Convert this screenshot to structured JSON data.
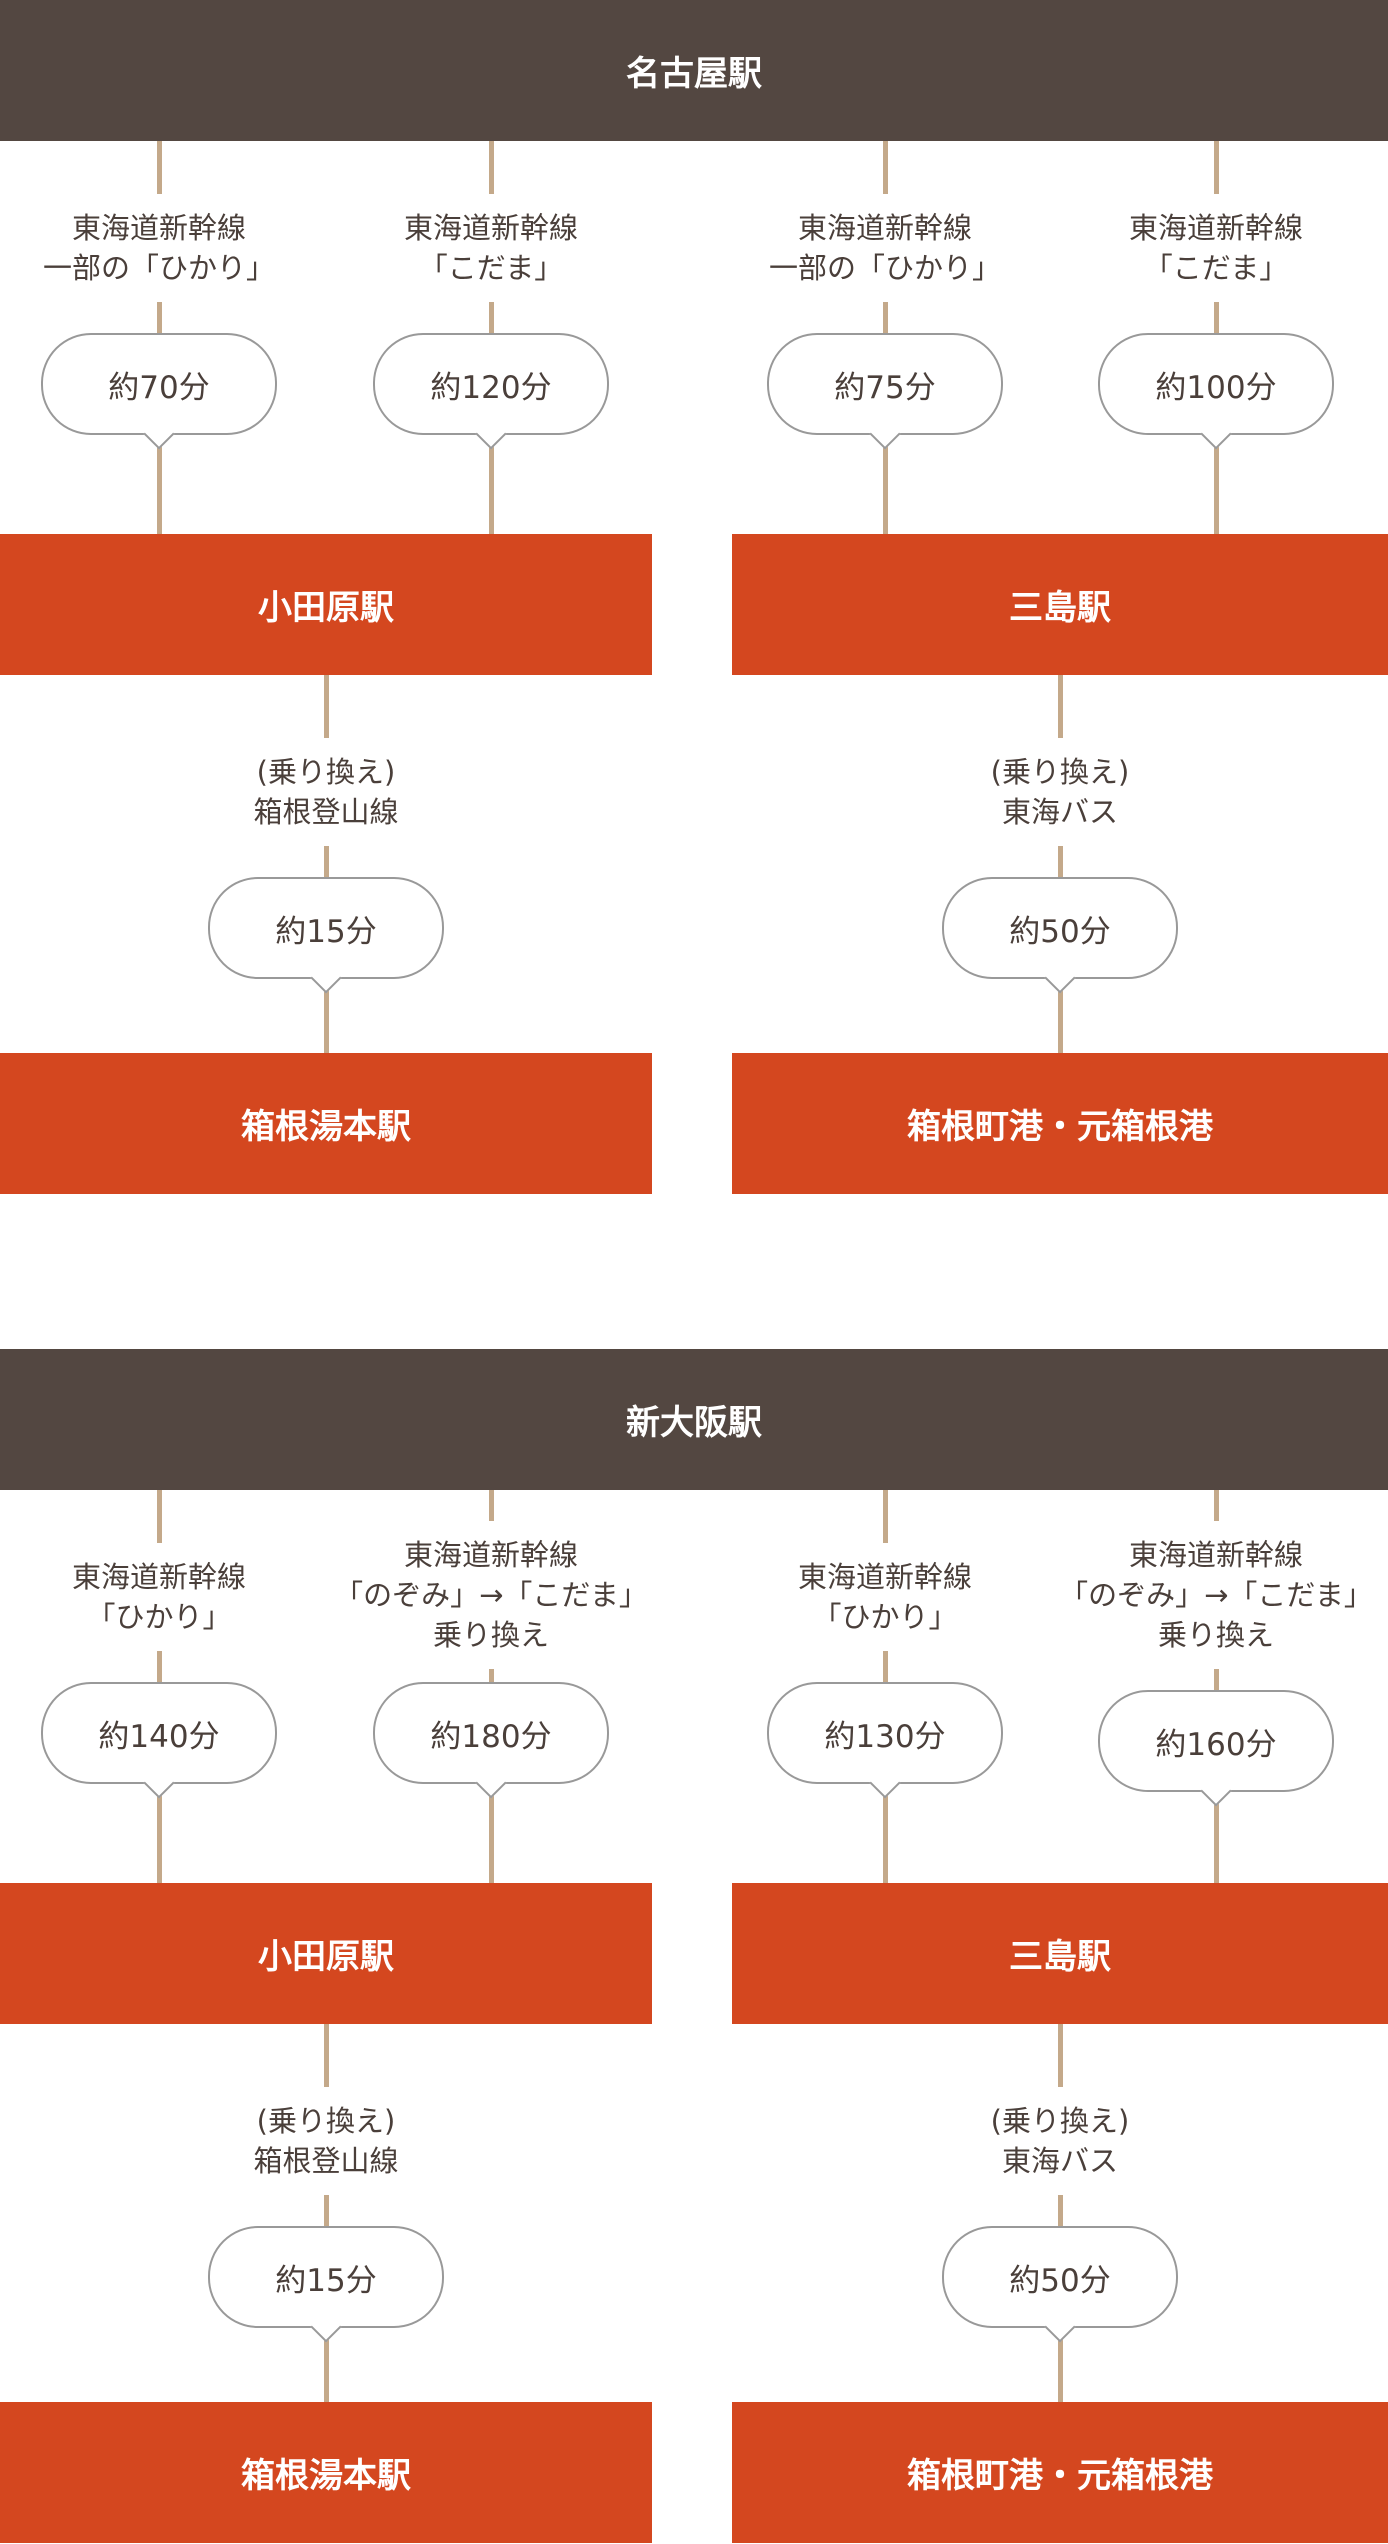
{
  "colors": {
    "origin": "#534741",
    "station": "#d4471f",
    "line": "#c4a98a",
    "text": "#4a3f3a",
    "bubble_border": "#999999"
  },
  "sections": [
    {
      "origin": "名古屋駅",
      "branches": [
        {
          "station": "小田原駅",
          "routes": [
            {
              "label": [
                "東海道新幹線",
                "一部の「ひかり」"
              ],
              "time": "約70分"
            },
            {
              "label": [
                "東海道新幹線",
                "「こだま」"
              ],
              "time": "約120分"
            }
          ],
          "transfer": {
            "label": [
              "(乗り換え)",
              "箱根登山線"
            ],
            "time": "約15分"
          },
          "destination": "箱根湯本駅"
        },
        {
          "station": "三島駅",
          "routes": [
            {
              "label": [
                "東海道新幹線",
                "一部の「ひかり」"
              ],
              "time": "約75分"
            },
            {
              "label": [
                "東海道新幹線",
                "「こだま」"
              ],
              "time": "約100分"
            }
          ],
          "transfer": {
            "label": [
              "(乗り換え)",
              "東海バス"
            ],
            "time": "約50分"
          },
          "destination": "箱根町港・元箱根港"
        }
      ]
    },
    {
      "origin": "新大阪駅",
      "branches": [
        {
          "station": "小田原駅",
          "routes": [
            {
              "label": [
                "東海道新幹線",
                "「ひかり」"
              ],
              "time": "約140分"
            },
            {
              "label": [
                "東海道新幹線",
                "「のぞみ」→「こだま」",
                "乗り換え"
              ],
              "time": "約180分"
            }
          ],
          "transfer": {
            "label": [
              "(乗り換え)",
              "箱根登山線"
            ],
            "time": "約15分"
          },
          "destination": "箱根湯本駅"
        },
        {
          "station": "三島駅",
          "routes": [
            {
              "label": [
                "東海道新幹線",
                "「ひかり」"
              ],
              "time": "約130分"
            },
            {
              "label": [
                "東海道新幹線",
                "「のぞみ」→「こだま」",
                "乗り換え"
              ],
              "time": "約160分"
            }
          ],
          "transfer": {
            "label": [
              "(乗り換え)",
              "東海バス"
            ],
            "time": "約50分"
          },
          "destination": "箱根町港・元箱根港"
        }
      ]
    }
  ]
}
